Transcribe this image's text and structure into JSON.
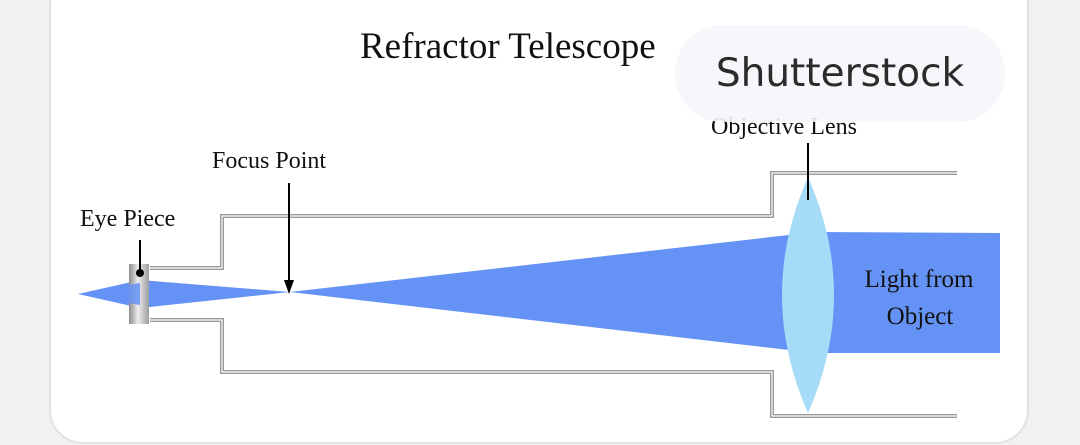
{
  "diagram": {
    "title": "Refractor Telescope",
    "labels": {
      "objective_lens": "Objective Lens",
      "focus_point": "Focus Point",
      "eye_piece": "Eye Piece",
      "light_from_object_line1": "Light from",
      "light_from_object_line2": "Object"
    },
    "colors": {
      "light_beam": "#6593f5",
      "lens": "#a6dcf7",
      "tube_wall": "#9a9a9a",
      "eyepiece": "#b5b5b5"
    }
  },
  "watermark": {
    "text": "Shutterstock"
  }
}
